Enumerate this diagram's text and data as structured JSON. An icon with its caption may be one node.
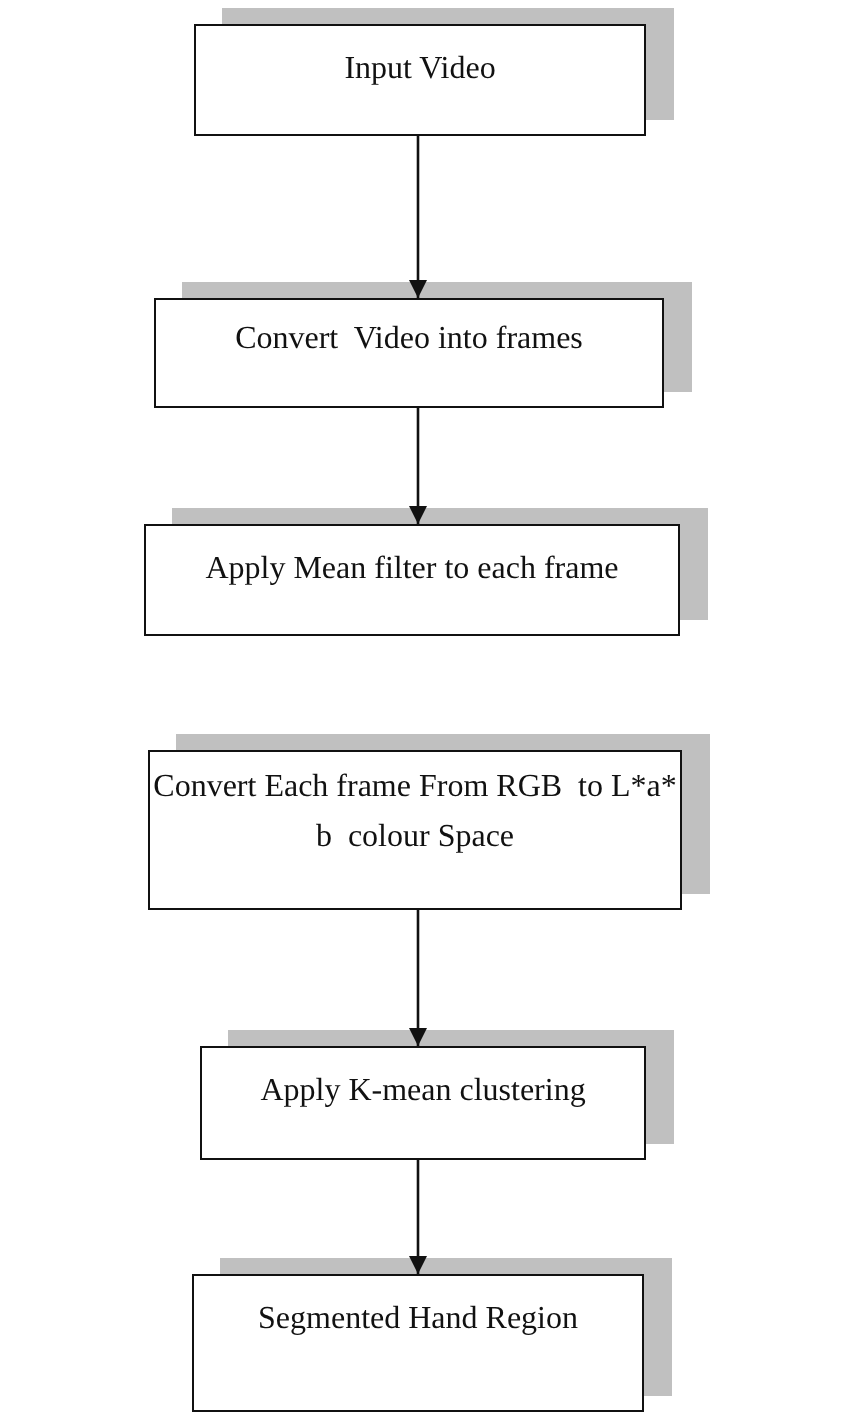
{
  "diagram": {
    "nodes": [
      {
        "text": [
          "Input Video"
        ]
      },
      {
        "text": [
          "Convert  Video into frames"
        ]
      },
      {
        "text": [
          "Apply Mean filter to each frame"
        ]
      },
      {
        "text": [
          "Convert Each frame From RGB  to L*a* b  colour Space"
        ]
      },
      {
        "text": [
          "Apply K-mean clustering"
        ]
      },
      {
        "text": [
          "Segmented Hand Region"
        ]
      }
    ],
    "edges": [
      {
        "from": 0,
        "to": 1,
        "arrow": "to"
      },
      {
        "from": 1,
        "to": 2,
        "arrow": "to"
      },
      {
        "from": 3,
        "to": 4,
        "arrow": "to"
      },
      {
        "from": 4,
        "to": 5,
        "arrow": "to"
      }
    ]
  }
}
